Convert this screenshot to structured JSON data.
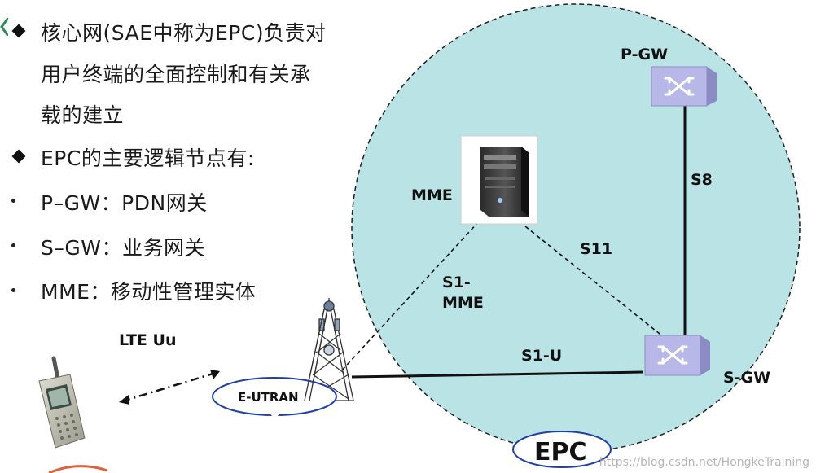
{
  "bullets": [
    {
      "marker": "diamond",
      "lines": [
        "核心网(SAE中称为EPC)负责对",
        "用户终端的全面控制和有关承",
        "载的建立"
      ]
    },
    {
      "marker": "diamond",
      "lines": [
        "EPC的主要逻辑节点有:"
      ]
    },
    {
      "marker": "dot",
      "lines": [
        "P–GW：PDN网关"
      ]
    },
    {
      "marker": "dot",
      "lines": [
        "S–GW：业务网关"
      ]
    },
    {
      "marker": "dot",
      "lines": [
        "MME：移动性管理实体"
      ]
    }
  ],
  "diagram": {
    "circle_label": "EPC",
    "nodes": {
      "pgw": "P-GW",
      "sgw": "S-GW",
      "mme": "MME",
      "eutran": "E-UTRAN"
    },
    "links": {
      "s8": "S8",
      "s11": "S11",
      "s1mme_line1": "S1-",
      "s1mme_line2": "MME",
      "s1u": "S1-U",
      "lte_uu": "LTE Uu"
    },
    "colors": {
      "epc_fill": "#b9e3e5",
      "router_fill": "#b7b7e8",
      "router_side": "#8c8cc4",
      "ellipse_stroke": "#1f3fa6"
    }
  },
  "watermark": "https://blog.csdn.net/HongkeTraining"
}
